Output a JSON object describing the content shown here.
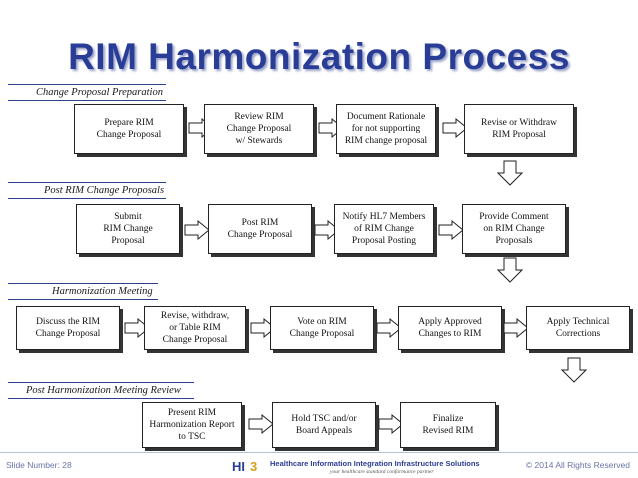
{
  "title": "RIM Harmonization Process",
  "sections": {
    "s1": "Change Proposal Preparation",
    "s2": "Post RIM Change Proposals",
    "s3": "Harmonization Meeting",
    "s4": "Post Harmonization Meeting Review"
  },
  "boxes": {
    "prepare": "Prepare RIM\nChange Proposal",
    "review": "Review RIM\nChange Proposal\nw/ Stewards",
    "document": "Document Rationale\nfor not supporting\nRIM change proposal",
    "revise_withdraw": "Revise or Withdraw\nRIM Proposal",
    "submit": "Submit\nRIM Change\nProposal",
    "post": "Post RIM\nChange Proposal",
    "notify": "Notify HL7 Members\nof RIM Change\nProposal Posting",
    "comment": "Provide Comment\non RIM Change\nProposals",
    "discuss": "Discuss the RIM\nChange Proposal",
    "revise_table": "Revise, withdraw,\nor Table RIM\nChange Proposal",
    "vote": "Vote on RIM\nChange Proposal",
    "apply_approved": "Apply Approved\nChanges to RIM",
    "apply_technical": "Apply Technical\nCorrections",
    "present": "Present RIM\nHarmonization Report\nto TSC",
    "hold": "Hold TSC and/or\nBoard Appeals",
    "finalize": "Finalize\nRevised RIM"
  },
  "footer": {
    "slide_number": "Slide Number: 28",
    "rights": "© 2014 All Rights Reserved",
    "logo_text": "Healthcare Information Integration Infrastructure Solutions",
    "logo_tagline": "your healthcare standard conformance partner",
    "logo_mark": "HI3"
  }
}
